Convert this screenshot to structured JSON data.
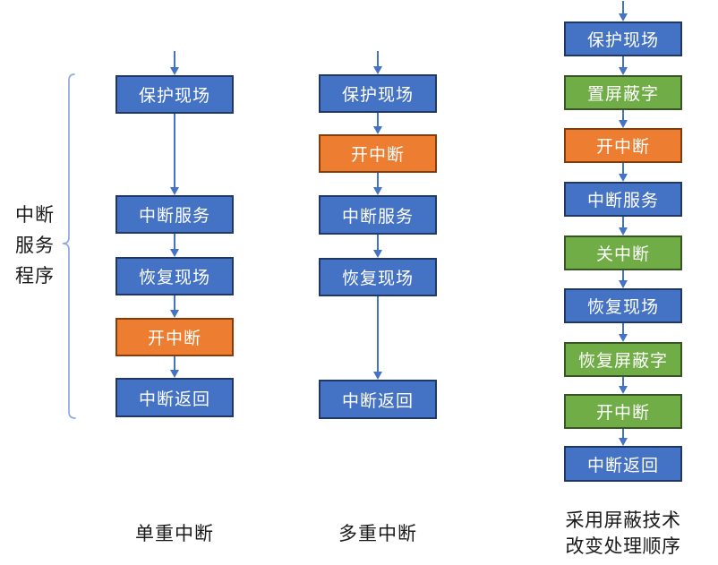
{
  "diagram": {
    "side_label": {
      "lines": [
        "中断",
        "服务",
        "程序"
      ]
    },
    "columns": [
      {
        "caption": "单重中断",
        "boxes": [
          {
            "label": "保护现场",
            "color": "blue"
          },
          {
            "label": "中断服务",
            "color": "blue"
          },
          {
            "label": "恢复现场",
            "color": "blue"
          },
          {
            "label": "开中断",
            "color": "orange"
          },
          {
            "label": "中断返回",
            "color": "blue"
          }
        ]
      },
      {
        "caption": "多重中断",
        "boxes": [
          {
            "label": "保护现场",
            "color": "blue"
          },
          {
            "label": "开中断",
            "color": "orange"
          },
          {
            "label": "中断服务",
            "color": "blue"
          },
          {
            "label": "恢复现场",
            "color": "blue"
          },
          {
            "label": "中断返回",
            "color": "blue"
          }
        ]
      },
      {
        "caption_lines": [
          "采用屏蔽技术",
          "改变处理顺序"
        ],
        "boxes": [
          {
            "label": "保护现场",
            "color": "blue"
          },
          {
            "label": "置屏蔽字",
            "color": "green"
          },
          {
            "label": "开中断",
            "color": "orange"
          },
          {
            "label": "中断服务",
            "color": "blue"
          },
          {
            "label": "关中断",
            "color": "green"
          },
          {
            "label": "恢复现场",
            "color": "blue"
          },
          {
            "label": "恢复屏蔽字",
            "color": "green"
          },
          {
            "label": "开中断",
            "color": "green"
          },
          {
            "label": "中断返回",
            "color": "blue"
          }
        ]
      }
    ],
    "colors": {
      "blue_fill": "#4472C4",
      "blue_border": "#1F3864",
      "orange_fill": "#ED7D31",
      "orange_border": "#843C0B",
      "green_fill": "#70AD47",
      "green_border": "#375623",
      "arrow": "#4472C4",
      "brace": "#8FAADC",
      "box_text": "#FFFFFF",
      "label_text": "#1A1A1A"
    }
  }
}
